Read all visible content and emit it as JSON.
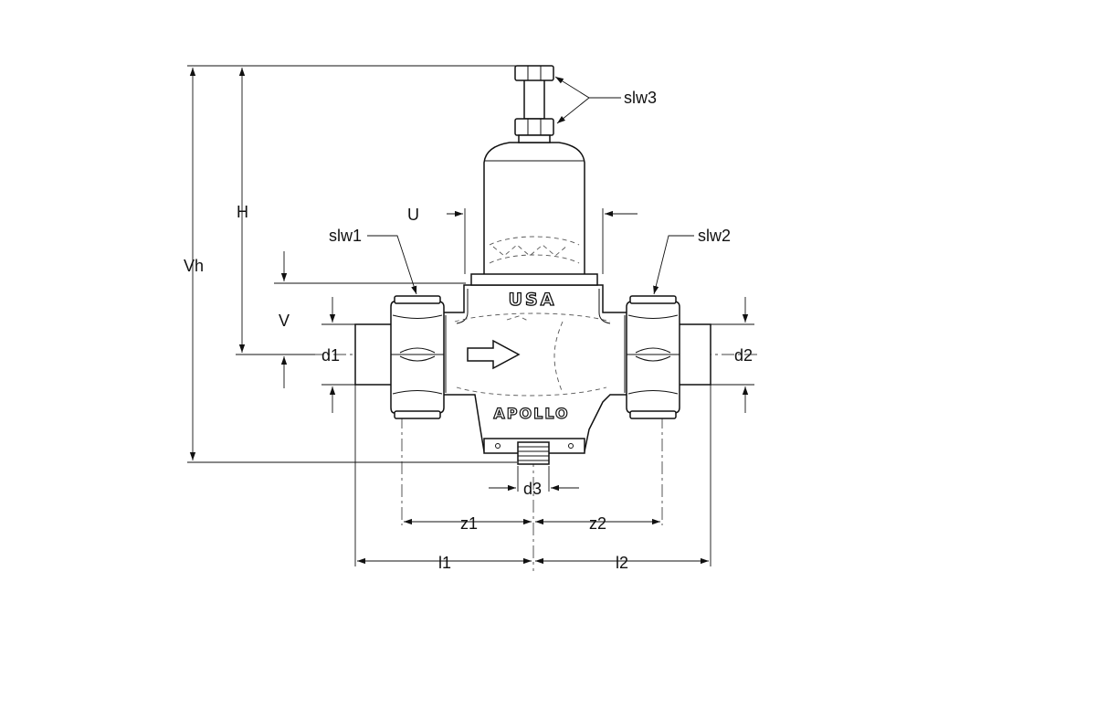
{
  "labels": {
    "slw3": "slw3",
    "slw1": "slw1",
    "slw2": "slw2",
    "H": "H",
    "U": "U",
    "Vh": "Vh",
    "V": "V",
    "d1": "d1",
    "d2": "d2",
    "d3": "d3",
    "z1": "z1",
    "z2": "z2",
    "l1": "l1",
    "l2": "l2"
  },
  "stamps": {
    "top": "USA",
    "bottom": "APOLLO"
  },
  "colors": {
    "line": "#111111",
    "background": "#ffffff"
  }
}
